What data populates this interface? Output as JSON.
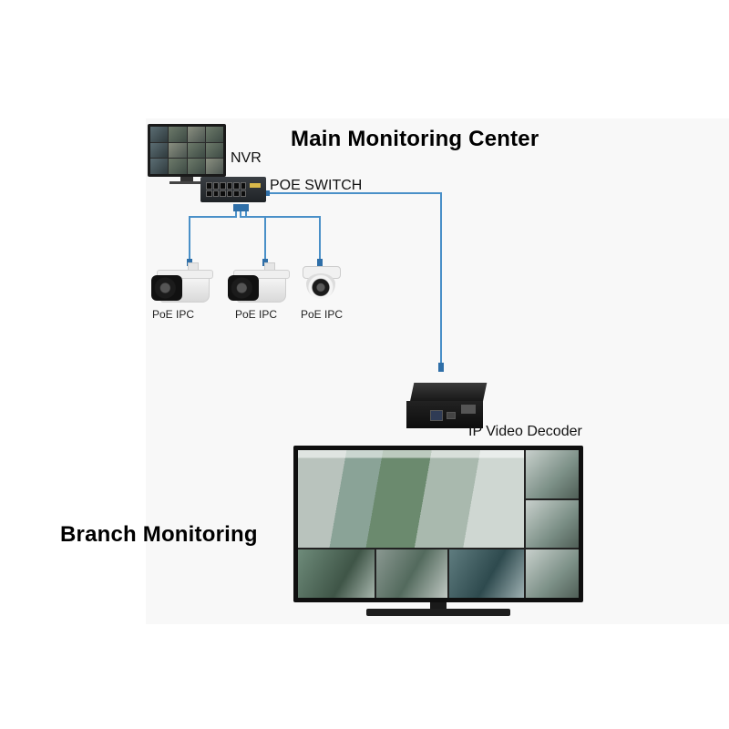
{
  "headings": {
    "main_center": "Main Monitoring Center",
    "branch": "Branch Monitoring"
  },
  "devices": {
    "nvr": {
      "label": "NVR",
      "icon": "monitor-icon"
    },
    "poe_switch": {
      "label": "POE SWITCH",
      "icon": "network-switch-icon"
    },
    "cameras": [
      {
        "label": "PoE IPC",
        "icon": "bullet-camera-icon"
      },
      {
        "label": "PoE IPC",
        "icon": "bullet-camera-icon"
      },
      {
        "label": "PoE IPC",
        "icon": "dome-camera-icon"
      }
    ],
    "decoder": {
      "label": "IP Video Decoder",
      "icon": "decoder-box-icon"
    },
    "display": {
      "icon": "tv-display-icon"
    }
  },
  "colors": {
    "cable": "#4a90c8",
    "text": "#000000"
  }
}
